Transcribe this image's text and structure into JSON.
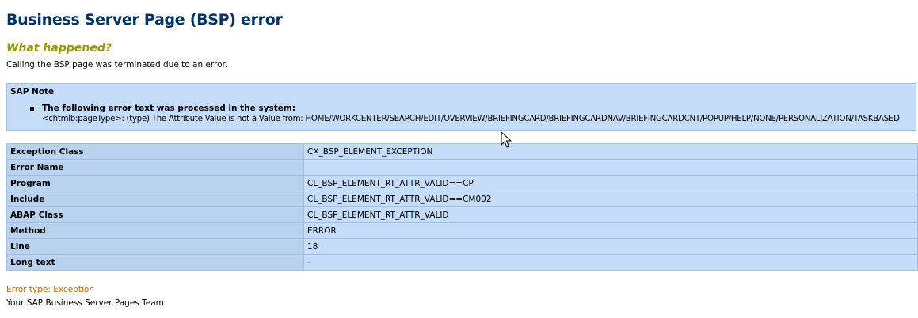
{
  "page": {
    "title": "Business Server Page (BSP) error",
    "what_happened": "What happened?",
    "description": "Calling the BSP page was terminated due to an error."
  },
  "sap_note": {
    "title": "SAP Note",
    "lead": "The following error text was processed in the system:",
    "message": "<chtmlb:pageType>: (type) The Attribute Value is not a Value from: HOME/WORKCENTER/SEARCH/EDIT/OVERVIEW/BRIEFINGCARD/BRIEFINGCARDNAV/BRIEFINGCARDCNT/POPUP/HELP/NONE/PERSONALIZATION/TASKBASED"
  },
  "details": {
    "rows": [
      {
        "label": "Exception Class",
        "value": "CX_BSP_ELEMENT_EXCEPTION"
      },
      {
        "label": "Error Name",
        "value": ""
      },
      {
        "label": "Program",
        "value": "CL_BSP_ELEMENT_RT_ATTR_VALID==CP"
      },
      {
        "label": "Include",
        "value": "CL_BSP_ELEMENT_RT_ATTR_VALID==CM002"
      },
      {
        "label": "ABAP Class",
        "value": "CL_BSP_ELEMENT_RT_ATTR_VALID"
      },
      {
        "label": "Method",
        "value": "ERROR"
      },
      {
        "label": "Line",
        "value": "18"
      },
      {
        "label": "Long text",
        "value": "-"
      }
    ]
  },
  "footer": {
    "error_type": "Error type: Exception",
    "team": "Your SAP Business Server Pages Team"
  },
  "icons": {
    "bullet": "square-bullet-icon",
    "cursor": "mouse-pointer-icon"
  },
  "colors": {
    "title": "#003366",
    "subhead": "#999900",
    "note_bg": "#c5ddf9",
    "label_bg": "#b9d2ee",
    "border": "#a3c0e2",
    "error_type": "#cc6600"
  }
}
